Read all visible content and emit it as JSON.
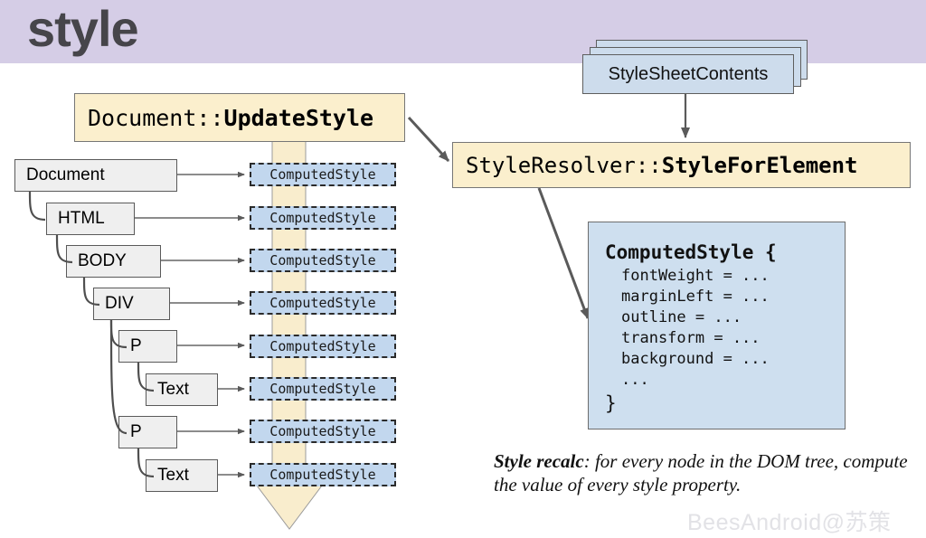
{
  "header": {
    "title": "style",
    "band_color": "#d5cde6",
    "title_color": "#46454a"
  },
  "colors": {
    "process_fill": "#fbefcd",
    "process_stroke": "#767676",
    "dom_node_fill": "#efefef",
    "dom_node_stroke": "#5a5a5a",
    "computed_style_fill": "#c2d7ee",
    "computed_style_stroke": "#2b2b2b",
    "sheet_fill": "#cddcec",
    "code_panel_fill": "#cedfef",
    "flow_arrow_fill": "#f9edcd",
    "connector_stroke": "#595959",
    "watermark_color": "#e2e2e6"
  },
  "process_boxes": {
    "update_style": {
      "prefix": "Document::",
      "name": "UpdateStyle"
    },
    "style_resolver": {
      "prefix": "StyleResolver::",
      "name": "StyleForElement"
    }
  },
  "stylesheet_stack": {
    "label": "StyleSheetContents",
    "card_count": 3
  },
  "dom_tree": {
    "nodes": [
      {
        "label": "Document",
        "indent": 0,
        "width": 180
      },
      {
        "label": "HTML",
        "indent": 1,
        "width": 98
      },
      {
        "label": "BODY",
        "indent": 2,
        "width": 105
      },
      {
        "label": "DIV",
        "indent": 3,
        "width": 85
      },
      {
        "label": "P",
        "indent": 4,
        "width": 65
      },
      {
        "label": "Text",
        "indent": 5,
        "width": 80
      },
      {
        "label": "P",
        "indent": 4,
        "width": 65
      },
      {
        "label": "Text",
        "indent": 5,
        "width": 80
      }
    ]
  },
  "computed_style_rows": {
    "label": "ComputedStyle",
    "count": 8
  },
  "code_panel": {
    "header": "ComputedStyle {",
    "properties": [
      "fontWeight = ...",
      "marginLeft = ...",
      "outline = ...",
      "transform = ...",
      "background = ...",
      "..."
    ],
    "close": "}"
  },
  "caption": {
    "lead": "Style recalc",
    "rest": ": for every node in the DOM tree, compute the value of every style property."
  },
  "watermark": {
    "text": "BeesAndroid@苏策"
  }
}
